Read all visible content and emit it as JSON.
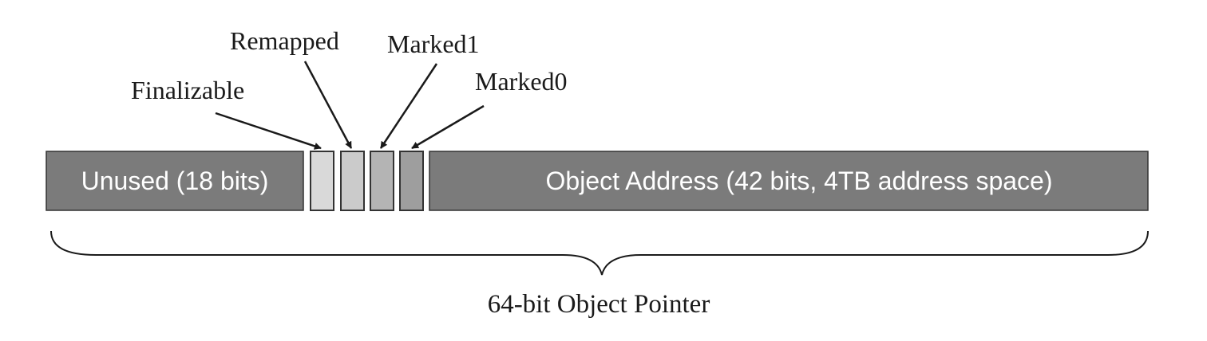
{
  "diagram": {
    "segments": {
      "unused": {
        "label": "Unused (18 bits)",
        "fill": "#7b7b7b"
      },
      "address": {
        "label": "Object Address (42 bits, 4TB address space)",
        "fill": "#7b7b7b"
      }
    },
    "flag_bits": [
      {
        "label": "Finalizable",
        "fill": "#d9d9d9"
      },
      {
        "label": "Remapped",
        "fill": "#cbcbcb"
      },
      {
        "label": "Marked1",
        "fill": "#b4b4b4"
      },
      {
        "label": "Marked0",
        "fill": "#9e9e9e"
      }
    ],
    "caption": "64-bit Object Pointer",
    "outline_color": "#333333",
    "arrow_color": "#1a1a1a"
  }
}
